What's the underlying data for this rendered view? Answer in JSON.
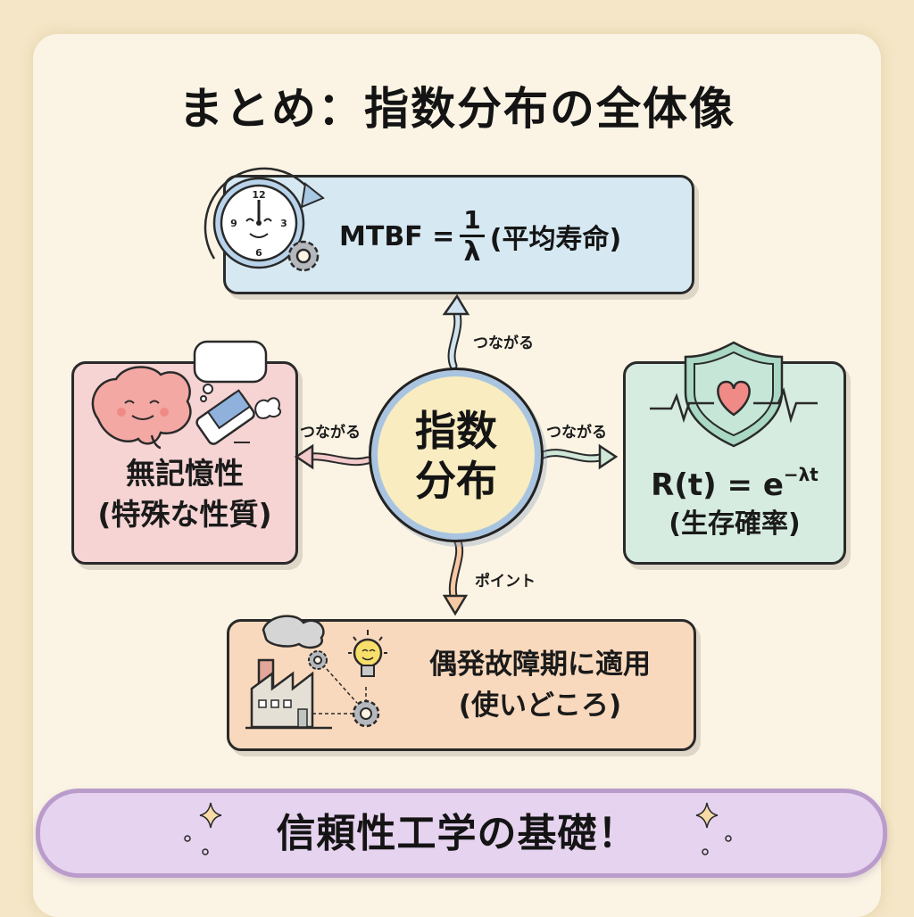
{
  "title": "まとめ：指数分布の全体像",
  "hub": {
    "line1": "指数",
    "line2": "分布"
  },
  "mtbf": {
    "lhs": "MTBF =",
    "numerator": "1",
    "denominator": "λ",
    "note": "(平均寿命)",
    "icons": [
      "clock-icon",
      "gear-icon",
      "cycle-arrow-icon"
    ]
  },
  "memoryless": {
    "line1": "無記憶性",
    "line2": "(特殊な性質)",
    "icons": [
      "brain-icon",
      "eraser-icon",
      "thought-bubble-icon"
    ]
  },
  "reliability": {
    "formula_base": "R(t) = e",
    "formula_exp": "−λt",
    "note": "(生存確率)",
    "icons": [
      "shield-icon",
      "heart-icon",
      "heartbeat-icon"
    ]
  },
  "usage": {
    "line1": "偶発故障期に適用",
    "line2": "(使いどころ)",
    "icons": [
      "factory-icon",
      "lightbulb-icon",
      "gear-icon"
    ]
  },
  "connectors": {
    "top": "つながる",
    "left": "つながる",
    "right": "つながる",
    "bottom": "ポイント"
  },
  "banner": {
    "text": "信頼性工学の基礎！"
  },
  "colors": {
    "background": "#f4e6c6",
    "card": "#fbf4e4",
    "mtbf_box": "#d6e8f2",
    "memory_box": "#f6d4d4",
    "reliability_box": "#d6ece0",
    "usage_box": "#f9d9bd",
    "hub_fill": "#f8ecc0",
    "banner_fill": "#e6d3ef",
    "banner_border": "#b99ccc"
  }
}
